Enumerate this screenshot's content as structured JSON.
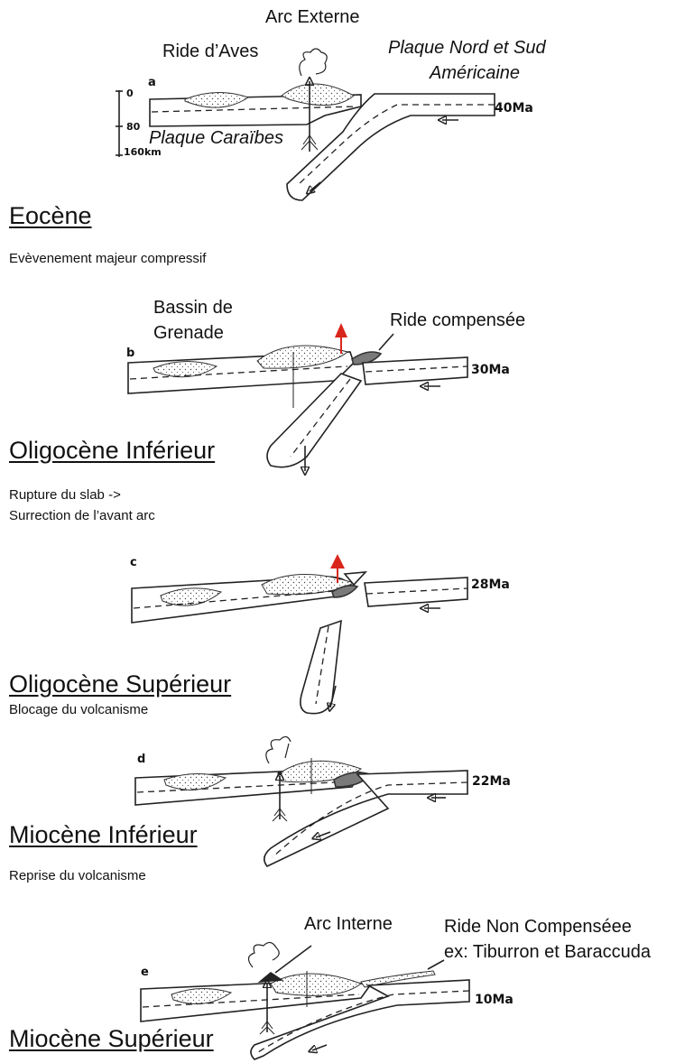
{
  "stages": [
    {
      "panel": "a",
      "age": "40Ma",
      "period": "Eocène",
      "description_lines": [
        "Evèvenement majeur compressif"
      ],
      "labels": {
        "arc_externe": "Arc Externe",
        "ride_aves": "Ride d’Aves",
        "plaque_nord_sud_1": "Plaque Nord et Sud",
        "plaque_nord_sud_2": "Américaine",
        "plaque_caraibes": "Plaque Caraïbes"
      },
      "scale": [
        "0",
        "80",
        "160km"
      ]
    },
    {
      "panel": "b",
      "age": "30Ma",
      "period": "Oligocène Inférieur",
      "description_lines": [
        "Rupture du slab ->",
        "Surrection de l’avant arc"
      ],
      "labels": {
        "bassin_1": "Bassin de",
        "bassin_2": "Grenade",
        "ride_compensee": "Ride compensée"
      }
    },
    {
      "panel": "c",
      "age": "28Ma",
      "period": "Oligocène Supérieur",
      "description_lines": [
        "Blocage du volcanisme"
      ]
    },
    {
      "panel": "d",
      "age": "22Ma",
      "period": "Miocène Inférieur",
      "description_lines": [
        "Reprise du volcanisme"
      ]
    },
    {
      "panel": "e",
      "age": "10Ma",
      "period": "Miocène Supérieur",
      "labels": {
        "arc_interne": "Arc Interne",
        "ride_non_1": "Ride Non Compenséee",
        "ride_non_2": "ex: Tiburron et Baraccuda"
      }
    }
  ],
  "colors": {
    "uplift_arrow": "#d9261c",
    "compensated_ridge": "#7a7a7a"
  }
}
